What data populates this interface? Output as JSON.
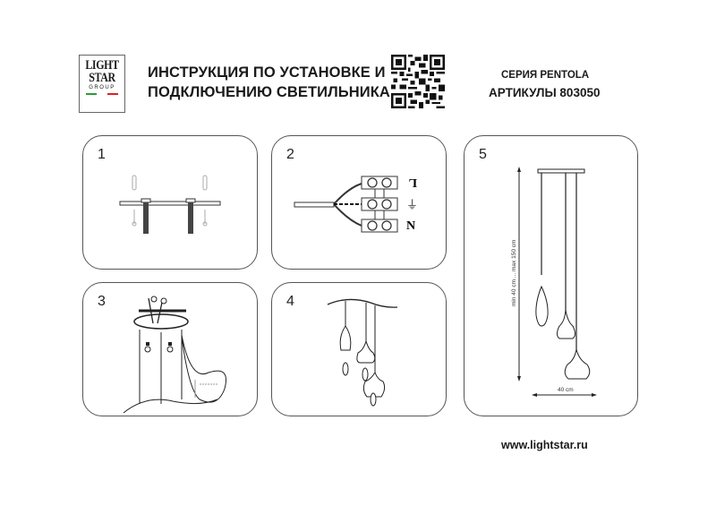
{
  "header": {
    "logo": {
      "line1": "LIGHT",
      "line2": "STAR",
      "line3": "GROUP"
    },
    "title_line1": "ИНСТРУКЦИЯ ПО УСТАНОВКЕ И",
    "title_line2": "ПОДКЛЮЧЕНИЮ СВЕТИЛЬНИКА",
    "qr_icon": "qr-code",
    "series": "СЕРИЯ PENTOLA",
    "article": "АРТИКУЛЫ 803050"
  },
  "steps": [
    {
      "number": "1",
      "illustration": "ceiling-bar-mounting"
    },
    {
      "number": "2",
      "illustration": "terminal-block-wiring",
      "terminals": [
        "L",
        "⏚",
        "N"
      ]
    },
    {
      "number": "3",
      "illustration": "canopy-attachment"
    },
    {
      "number": "4",
      "illustration": "shade-installation"
    },
    {
      "number": "5",
      "illustration": "dimensions",
      "height_label": "min 40 cm ... max 150 cm",
      "width_label": "40 cm"
    }
  ],
  "footer": {
    "url": "www.lightstar.ru"
  }
}
